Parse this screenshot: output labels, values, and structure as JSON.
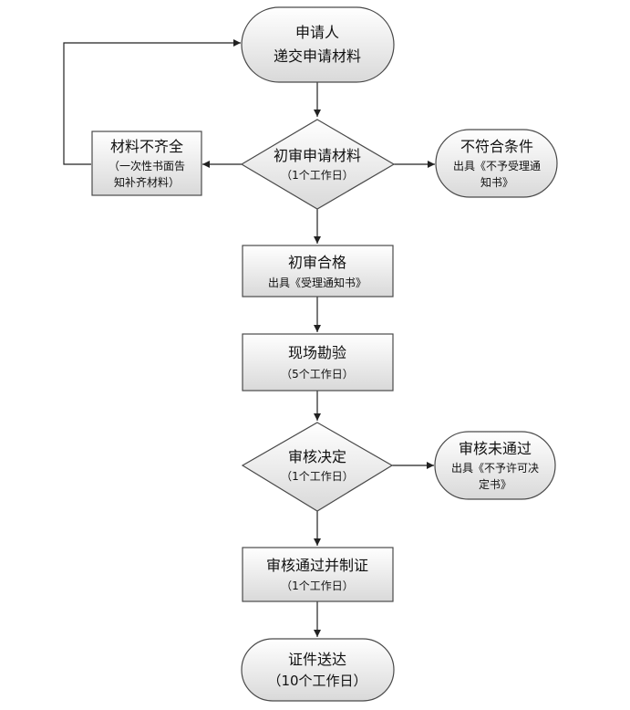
{
  "nodes": {
    "applicant": {
      "line1": "申请人",
      "line2": "递交申请材料"
    },
    "initial_review": {
      "title": "初审申请材料",
      "sub": "（1个工作日）"
    },
    "not_eligible": {
      "title": "不符合条件",
      "sub1": "出具《不予受理通",
      "sub2": "知书》"
    },
    "incomplete": {
      "title": "材料不齐全",
      "sub1": "（一次性书面告",
      "sub2": "知补齐材料）"
    },
    "passed_initial": {
      "title": "初审合格",
      "sub": "出具《受理通知书》"
    },
    "site_survey": {
      "title": "现场勘验",
      "sub": "（5个工作日）"
    },
    "approval_decision": {
      "title": "审核决定",
      "sub": "（1个工作日）"
    },
    "not_approved": {
      "title": "审核未通过",
      "sub1": "出具《不予许可决",
      "sub2": "定书》"
    },
    "approved": {
      "title": "审核通过并制证",
      "sub": "（1个工作日）"
    },
    "delivery": {
      "title": "证件送达",
      "sub": "（10个工作日）"
    }
  },
  "colors": {
    "fill_top": "#ffffff",
    "fill_bottom": "#d9d9d9",
    "stroke": "#4a4a4a",
    "connector": "#222222"
  }
}
